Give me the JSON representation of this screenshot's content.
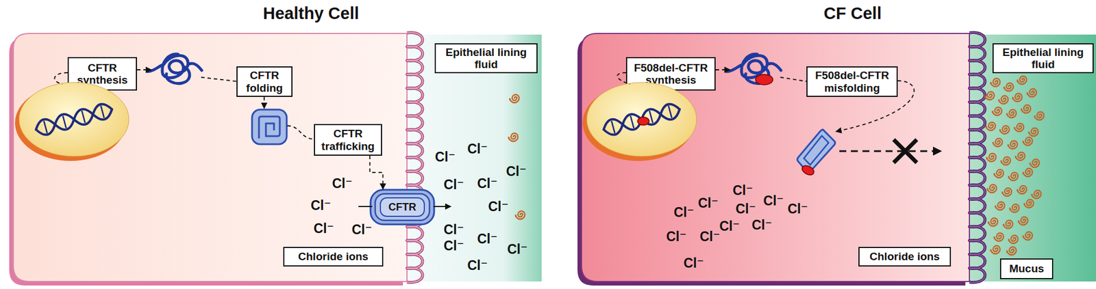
{
  "diagram": {
    "nodes": [
      {
        "text": [
          "Healthy Cell"
        ]
      },
      {
        "text": [
          "CFTR synthesis"
        ],
        "in": 0
      },
      {
        "text": [
          "CFTR folding"
        ],
        "in": 0
      },
      {
        "text": [
          "CFTR trafficking"
        ],
        "in": 0
      },
      {
        "text": [
          "CFTR"
        ],
        "in": 0
      },
      {
        "text": [
          "Chloride ions"
        ],
        "in": 0
      },
      {
        "text": [
          "Epithelial lining fluid"
        ]
      },
      {
        "text": [
          "CF Cell"
        ]
      },
      {
        "text": [
          "F508del-CFTR synthesis"
        ],
        "in": 7
      },
      {
        "text": [
          "F508del-CFTR misfolding"
        ],
        "in": 7
      },
      {
        "text": [
          "Chloride ions"
        ],
        "in": 7
      },
      {
        "text": [
          "Epithelial lining fluid"
        ]
      },
      {
        "text": [
          "Mucus"
        ]
      }
    ],
    "edges": [
      {
        "from": 3,
        "to": 4,
        "arrow": "to"
      }
    ],
    "labels": [
      "Cl⁻",
      "Cl⁻",
      "Cl⁻",
      "Cl⁻",
      "Cl⁻",
      "Cl⁻",
      "Cl⁻",
      "Cl⁻",
      "Cl⁻",
      "Cl⁻",
      "Cl⁻",
      "Cl⁻",
      "Cl⁻",
      "Cl⁻",
      "Cl⁻",
      "Cl⁻",
      "Cl⁻",
      "Cl⁻",
      "Cl⁻",
      "Cl⁻",
      "Cl⁻",
      "Cl⁻",
      "Cl⁻",
      "Cl⁻",
      "Cl⁻",
      "Cl⁻"
    ]
  }
}
